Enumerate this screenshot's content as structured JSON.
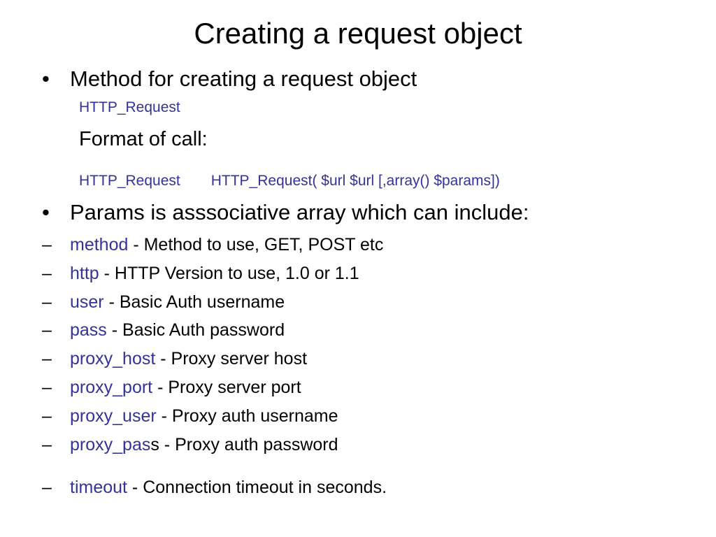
{
  "slide": {
    "title": "Creating a request object",
    "bullet1": {
      "marker": "•",
      "text": "Method for creating a request object"
    },
    "class_name": "HTTP_Request",
    "format_label": "Format of call:",
    "signature": {
      "return_type": "HTTP_Request",
      "call": "HTTP_Request( $url $url  [,array() $params])"
    },
    "bullet2": {
      "marker": "•",
      "text": "Params is asssociative array which can include:"
    },
    "params": [
      {
        "marker": "–",
        "key": "method",
        "desc": " - Method to use, GET, POST etc"
      },
      {
        "marker": "–",
        "key": "http",
        "desc": " - HTTP Version to use, 1.0 or 1.1"
      },
      {
        "marker": "–",
        "key": "user",
        "desc": " - Basic Auth username"
      },
      {
        "marker": "–",
        "key": "pass",
        "desc": " - Basic Auth password"
      },
      {
        "marker": "–",
        "key": "proxy_host",
        "desc": " - Proxy server host"
      },
      {
        "marker": "–",
        "key": "proxy_port",
        "desc": " - Proxy server port"
      },
      {
        "marker": "–",
        "key": "proxy_user",
        "desc": " - Proxy auth username"
      },
      {
        "marker": "–",
        "key": "proxy_pas",
        "desc": "s - Proxy auth password"
      },
      {
        "marker": "–",
        "key": "timeout",
        "desc": " - Connection timeout in seconds."
      }
    ],
    "colors": {
      "text": "#000000",
      "code_accent": "#333399",
      "background": "#ffffff"
    }
  }
}
